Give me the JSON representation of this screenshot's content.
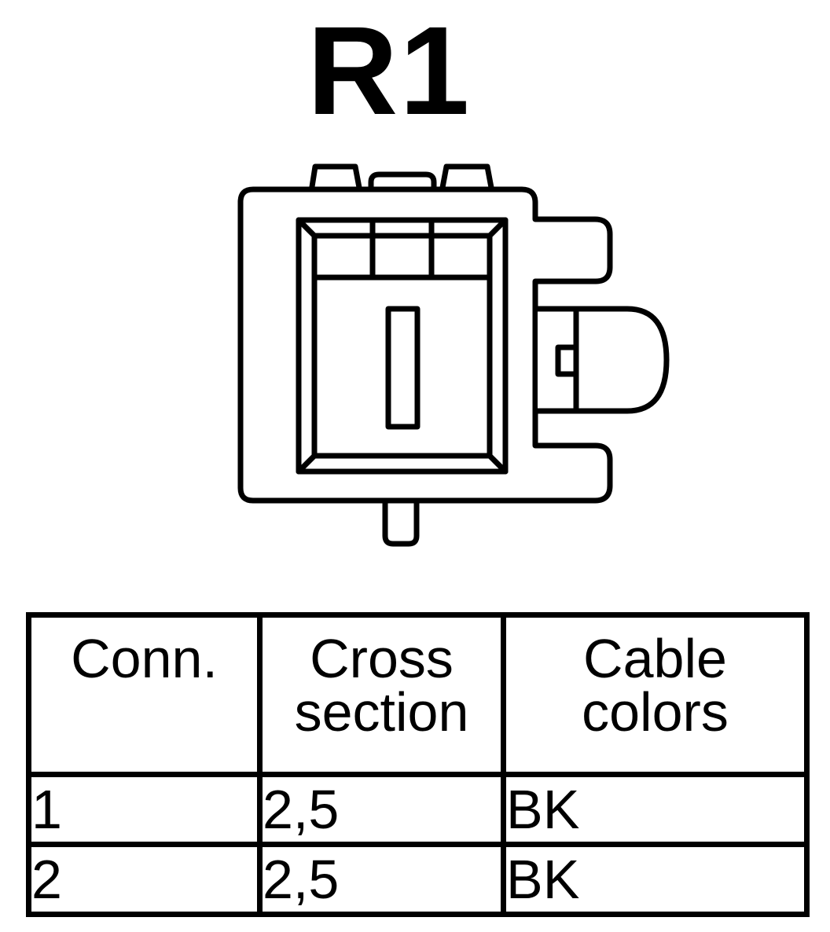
{
  "title": "R1",
  "table": {
    "headers": [
      {
        "line1": "Conn.",
        "line2": ""
      },
      {
        "line1": "Cross",
        "line2": "section"
      },
      {
        "line1": "Cable",
        "line2": "colors"
      }
    ],
    "rows": [
      {
        "conn": "1",
        "cross_section": "2,5",
        "cable_color": "BK"
      },
      {
        "conn": "2",
        "cross_section": "2,5",
        "cable_color": "BK"
      }
    ]
  }
}
